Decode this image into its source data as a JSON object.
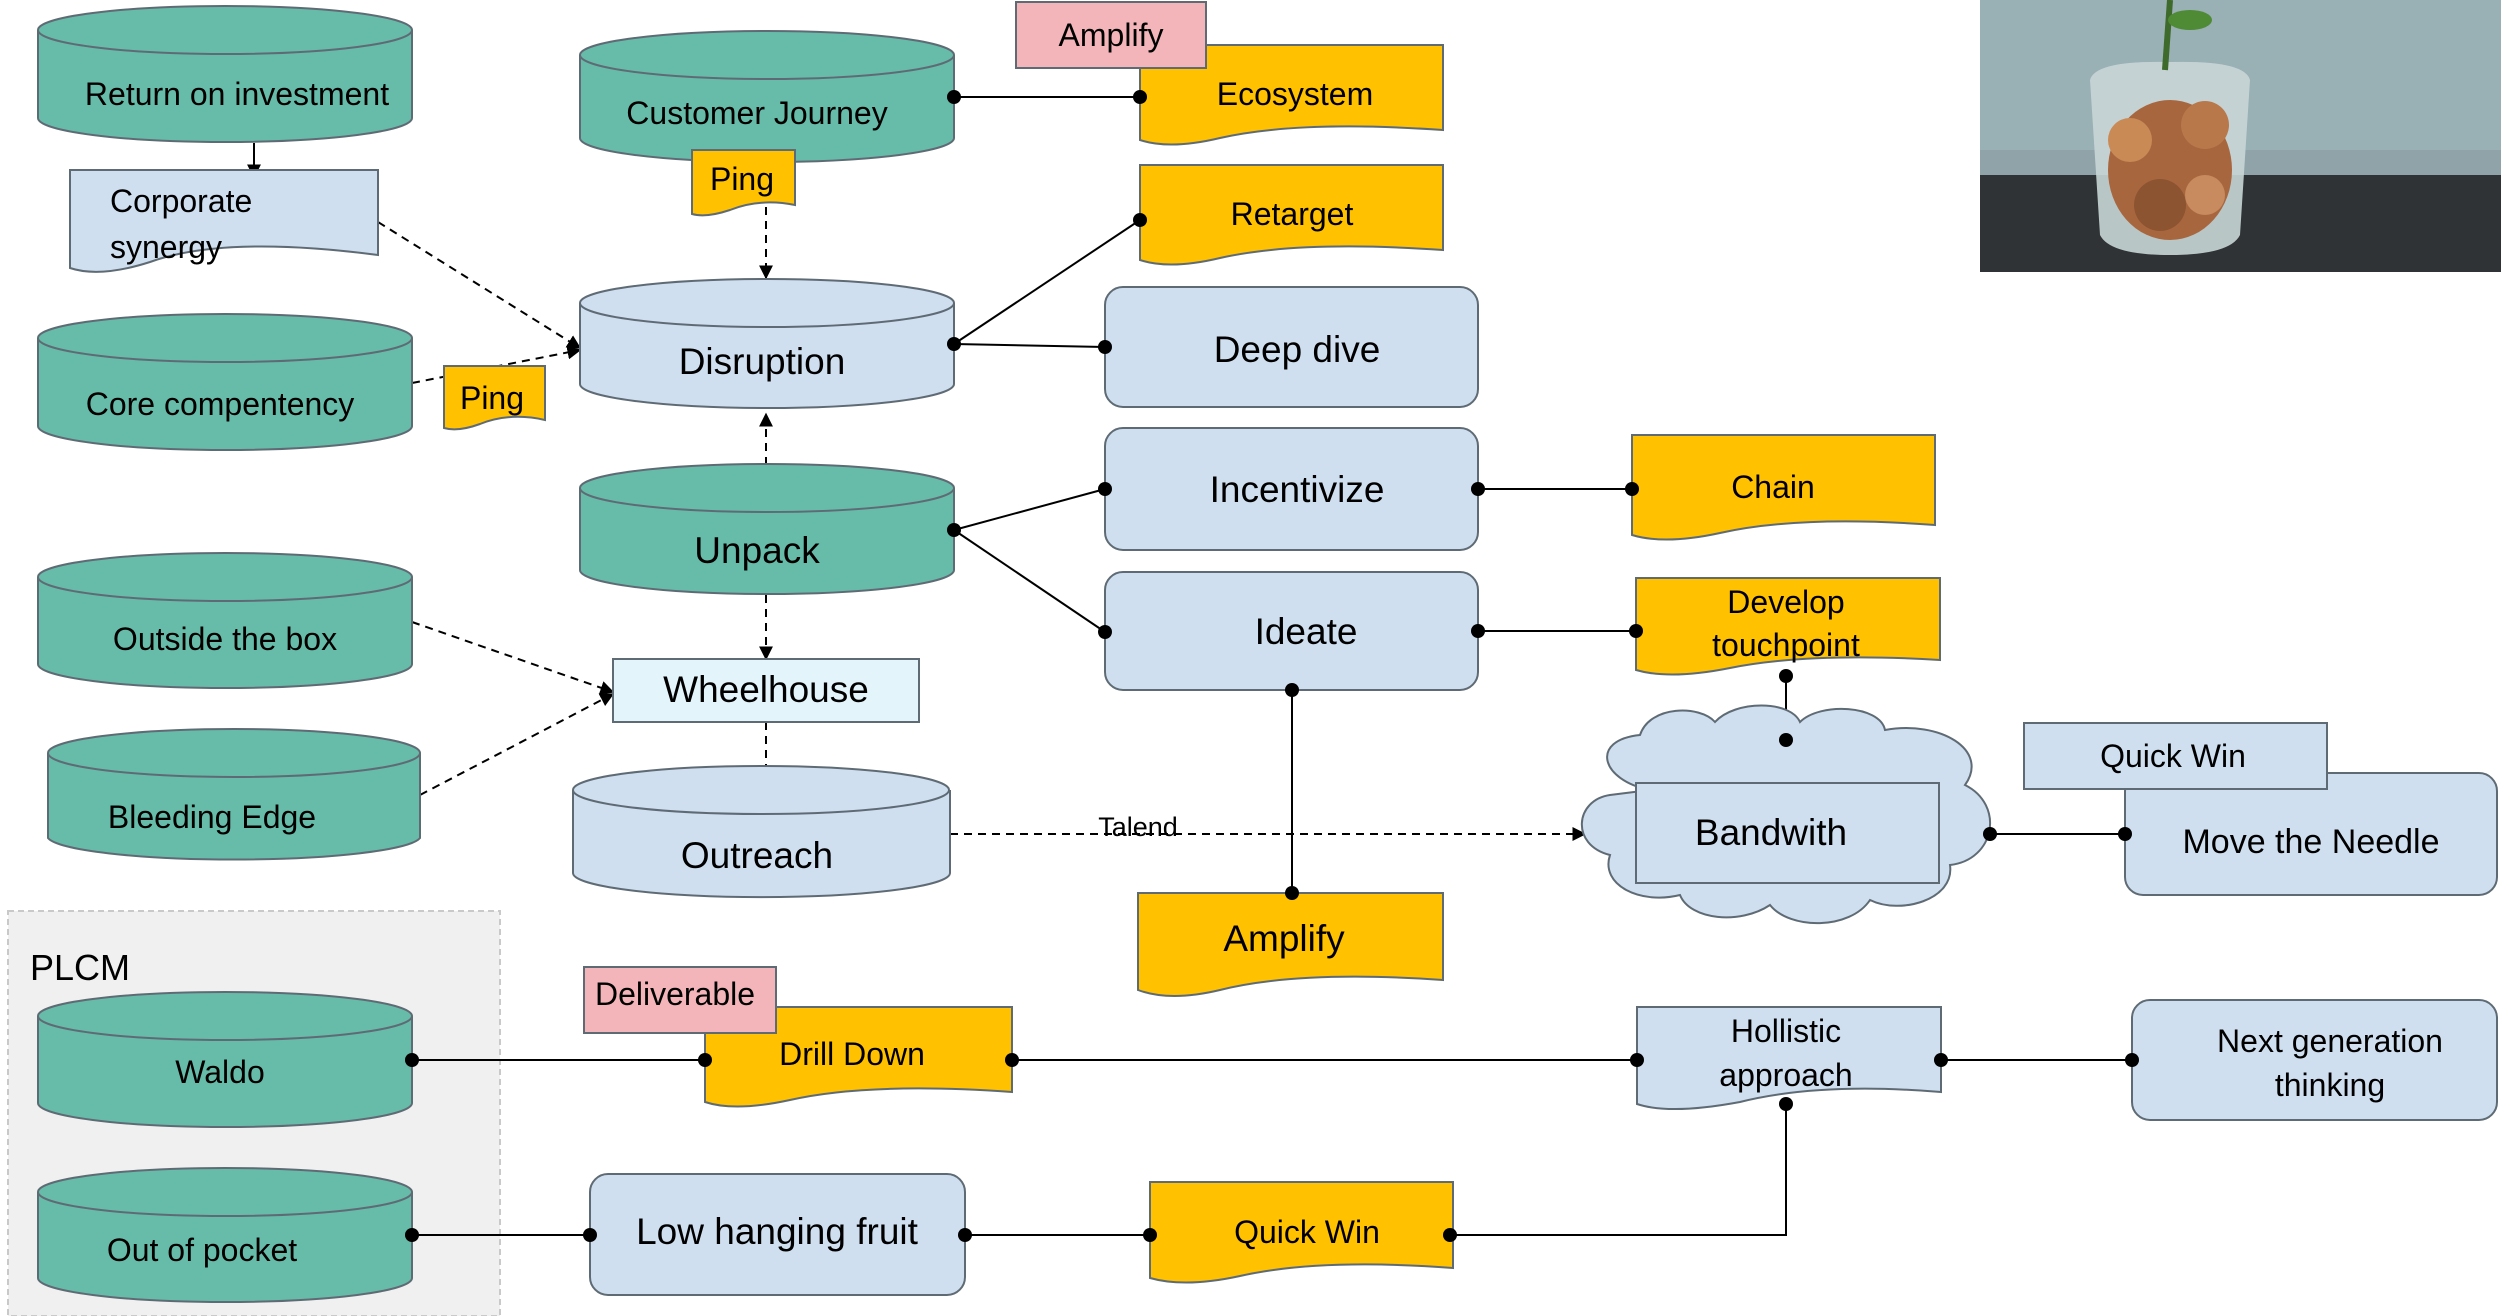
{
  "colors": {
    "teal": "#66bca9",
    "light_blue": "#cfdff0",
    "pale_cyan": "#e3f4fb",
    "orange": "#ffc100",
    "pink": "#f3b5b9",
    "grey_panel": "#f0f0f0",
    "edge": "#000000",
    "stroke": "#5f6b74"
  },
  "diagram": {
    "group_label": "PLCM",
    "nodes": {
      "return_on_investment": "Return on investment",
      "corporate_synergy": [
        "Corporate",
        "synergy"
      ],
      "core_competency": "Core compentency",
      "ping_left": "Ping",
      "customer_journey": "Customer Journey",
      "ping_top": "Ping",
      "amplify_tag": "Amplify",
      "ecosystem": "Ecosystem",
      "retarget": "Retarget",
      "disruption": "Disruption",
      "deep_dive": "Deep dive",
      "unpack": "Unpack",
      "incentivize": "Incentivize",
      "chain": "Chain",
      "outside_the_box": "Outside the box",
      "wheelhouse": "Wheelhouse",
      "ideate": "Ideate",
      "develop_touchpoint": [
        "Develop",
        "touchpoint"
      ],
      "bleeding_edge": "Bleeding Edge",
      "outreach": "Outreach",
      "bandwith": "Bandwith",
      "quick_win_tag": "Quick Win",
      "move_the_needle": "Move the Needle",
      "amplify_bottom": "Amplify",
      "waldo": "Waldo",
      "deliverable_tag": "Deliverable",
      "drill_down": "Drill Down",
      "holistic_approach": [
        "Hollistic",
        "approach"
      ],
      "next_generation_thinking": [
        "Next generation",
        "thinking"
      ],
      "out_of_pocket": "Out of pocket",
      "low_hanging_fruit": "Low hanging fruit",
      "quick_win_bottom": "Quick Win"
    },
    "edge_labels": {
      "talend": "Talend"
    }
  }
}
